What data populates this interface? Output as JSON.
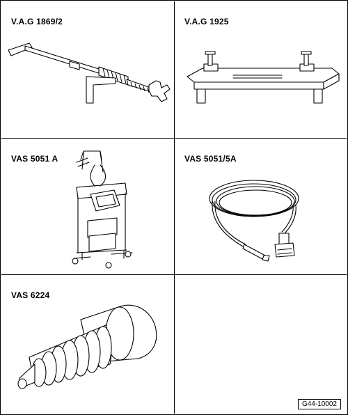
{
  "tools": [
    {
      "label": "V.A.G 1869/2",
      "icon": "lever-puller-icon"
    },
    {
      "label": "V.A.G 1925",
      "icon": "engine-support-bridge-icon"
    },
    {
      "label": "VAS 5051 A",
      "icon": "diagnostic-trolley-icon"
    },
    {
      "label": "VAS 5051/5A",
      "icon": "diagnostic-cable-icon"
    },
    {
      "label": "VAS 6224",
      "icon": "bellows-plug-icon"
    },
    {
      "label": "",
      "icon": ""
    }
  ],
  "figure_code": "G44-10002"
}
